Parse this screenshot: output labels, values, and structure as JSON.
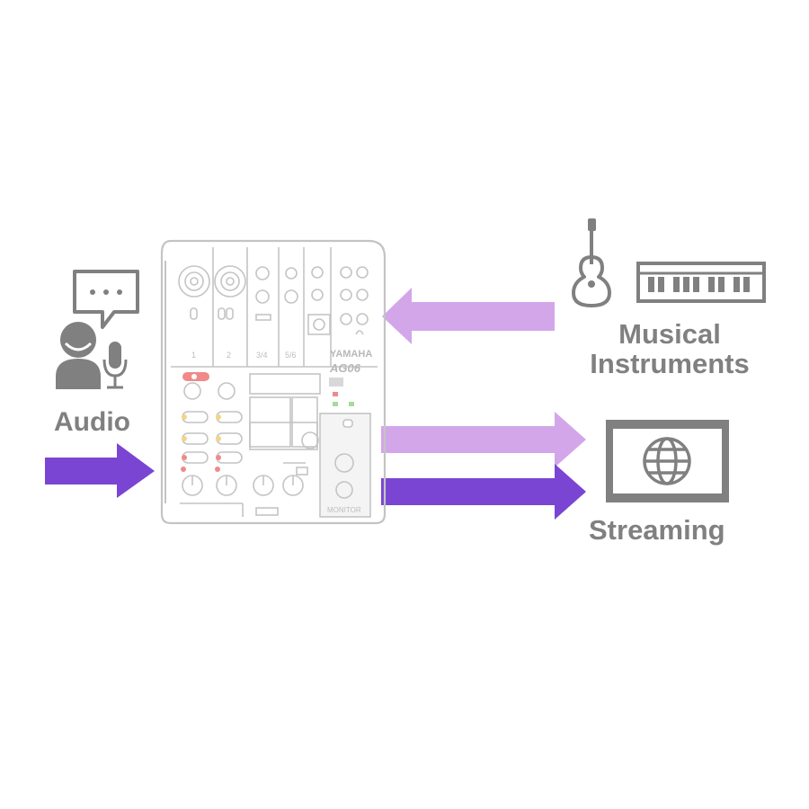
{
  "labels": {
    "audio": "Audio",
    "musical_line1": "Musical",
    "musical_line2": "Instruments",
    "streaming": "Streaming"
  },
  "mixer": {
    "brand": "YAMAHA",
    "model": "AG06",
    "channels": [
      "1",
      "2",
      "3/4",
      "5/6"
    ],
    "monitor": "MONITOR"
  },
  "colors": {
    "dark_purple": "#7a45d2",
    "light_purple": "#d3a6ea",
    "icon_gray": "#808080",
    "mixer_line": "#c4c4c4",
    "mixer_red": "#f08a8a",
    "mixer_yellow": "#f2d684",
    "mixer_green": "#a6d99a"
  },
  "icons": [
    "speech-bubble-icon",
    "person-icon",
    "microphone-icon",
    "guitar-icon",
    "keyboard-icon",
    "globe-icon",
    "monitor-icon"
  ]
}
